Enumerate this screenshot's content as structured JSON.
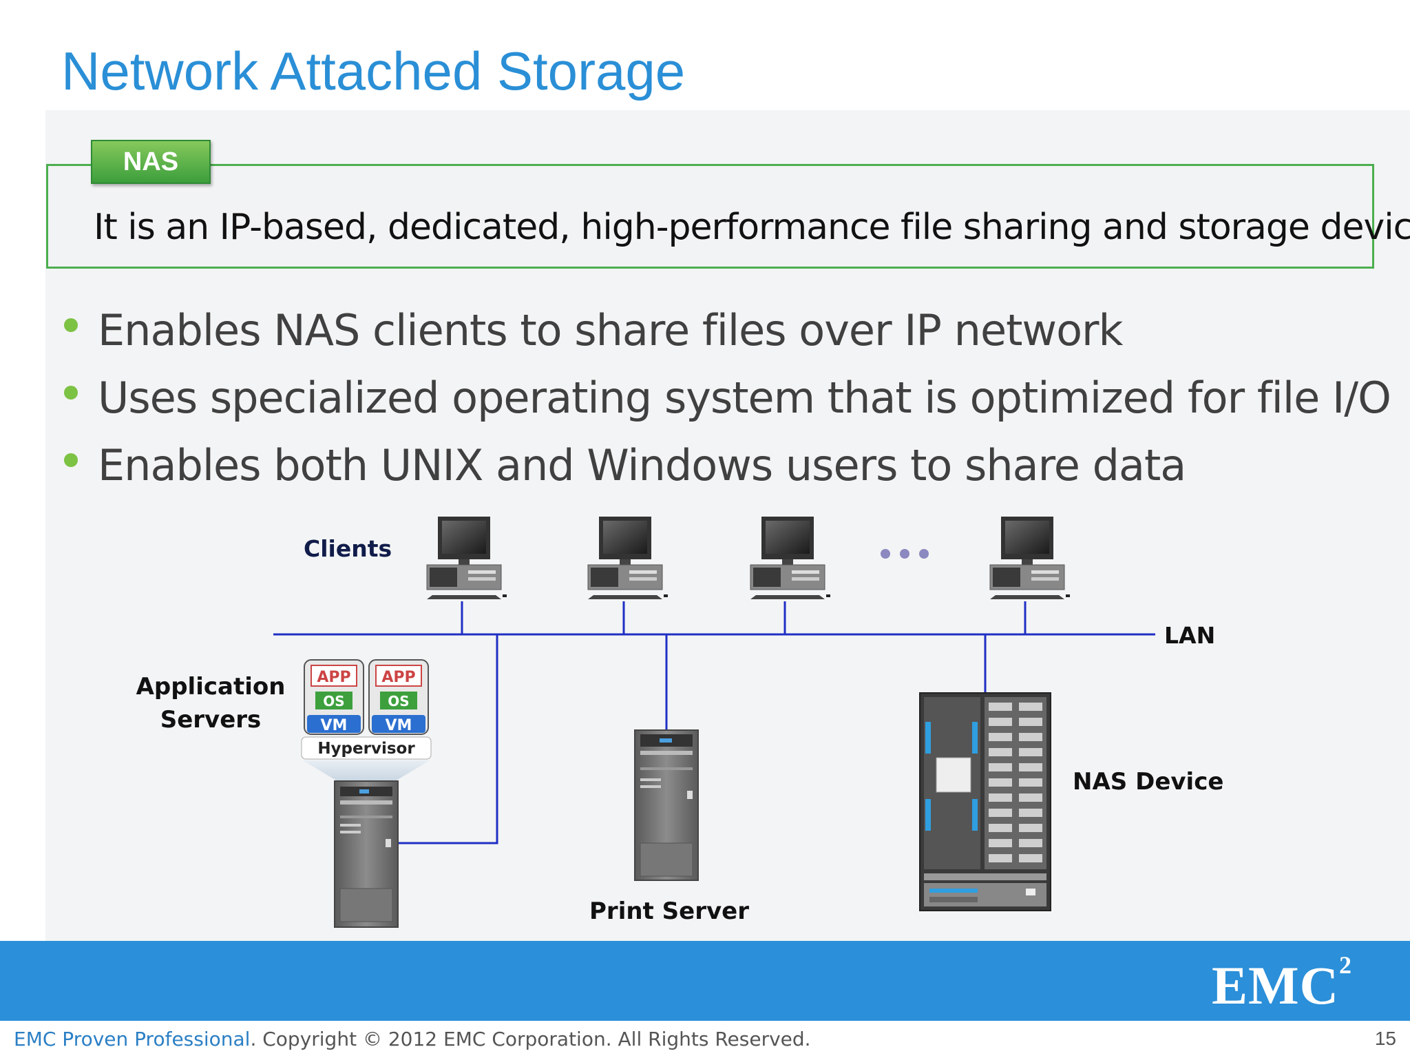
{
  "slide": {
    "title": "Network Attached Storage",
    "definition": {
      "tag": "NAS",
      "text": "It is an IP-based, dedicated, high-performance file sharing and storage device."
    },
    "bullets": [
      "Enables NAS clients to share files over IP network",
      "Uses specialized operating system that is optimized for file I/O",
      "Enables both UNIX and Windows users to share data"
    ]
  },
  "diagram": {
    "clients_label": "Clients",
    "lan_label": "LAN",
    "app_servers_label_line1": "Application",
    "app_servers_label_line2": "Servers",
    "vm_app_label": "APP",
    "vm_os_label": "OS",
    "vm_label": "VM",
    "hypervisor_label": "Hypervisor",
    "print_server_label": "Print Server",
    "nas_device_label": "NAS Device",
    "colors": {
      "lan_line": "#1f2fc4",
      "label_text": "#111111",
      "clients_text": "#101c4a"
    }
  },
  "footer": {
    "brand": "EMC Proven Professional",
    "copyright": ". Copyright © 2012 EMC Corporation. All Rights Reserved.",
    "page_number": "15",
    "logo_text": "EMC",
    "logo_sup": "2"
  }
}
